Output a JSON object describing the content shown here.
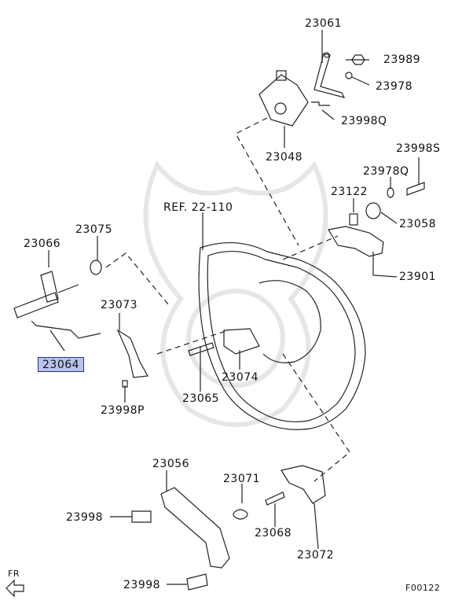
{
  "labels": {
    "p23061": "23061",
    "p23989": "23989",
    "p23978": "23978",
    "p23998Q_top": "23998Q",
    "p23048": "23048",
    "p23998S": "23998S",
    "p23978Q": "23978Q",
    "p23122": "23122",
    "p23058": "23058",
    "p23901": "23901",
    "ref": "REF. 22-110",
    "p23075": "23075",
    "p23066": "23066",
    "p23073": "23073",
    "p23064": "23064",
    "p23998P": "23998P",
    "p23065": "23065",
    "p23074": "23074",
    "p23056": "23056",
    "p23071": "23071",
    "p23998_a": "23998",
    "p23068": "23068",
    "p23072": "23072",
    "p23998_b": "23998",
    "fr": "FR",
    "figure_code": "F00122"
  },
  "highlight_color": "#b8c4ef",
  "highlighted_part": "23064"
}
